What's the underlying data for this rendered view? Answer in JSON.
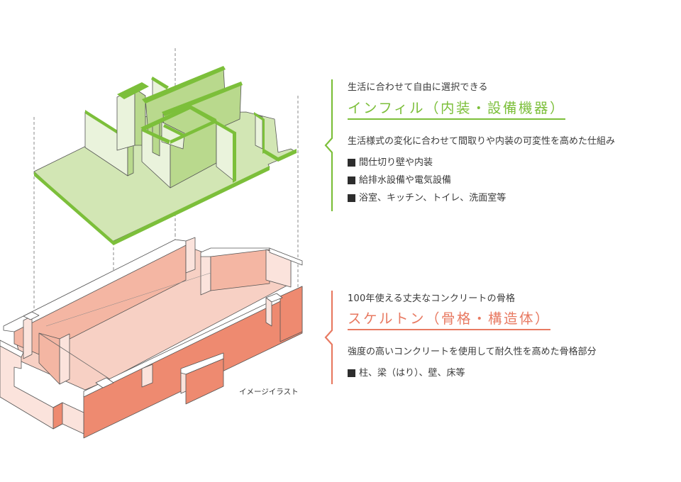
{
  "infill": {
    "subtitle": "生活に合わせて自由に選択できる",
    "title": "インフィル（内装・設備機器）",
    "description": "生活様式の変化に合わせて間取りや内装の可変性を高めた仕組み",
    "bullets": [
      "間仕切り壁や内装",
      "給排水設備や電気設備",
      "浴室、キッチン、トイレ、洗面室等"
    ],
    "accent_color": "#7cbf3a",
    "fill_colors": [
      "#d2e6b4",
      "#b9d98d",
      "#eaf3dc"
    ]
  },
  "skeleton": {
    "subtitle": "100年使える丈夫なコンクリートの骨格",
    "title": "スケルトン（骨格・構造体）",
    "description": "強度の高いコンクリートを使用して耐久性を高めた骨格部分",
    "bullets": [
      "柱、梁（はり）、壁、床等"
    ],
    "accent_color": "#e87a62",
    "fill_colors": [
      "#f7d0c4",
      "#f4b6a3",
      "#ee8a70",
      "#fbe3dc"
    ]
  },
  "illustration": {
    "caption": "イメージイラスト",
    "upper_layer": "infill-green-layout",
    "lower_layer": "skeleton-concrete-shell"
  },
  "icons": {
    "bullet": "black-square-icon",
    "brace": "curly-brace-icon"
  }
}
